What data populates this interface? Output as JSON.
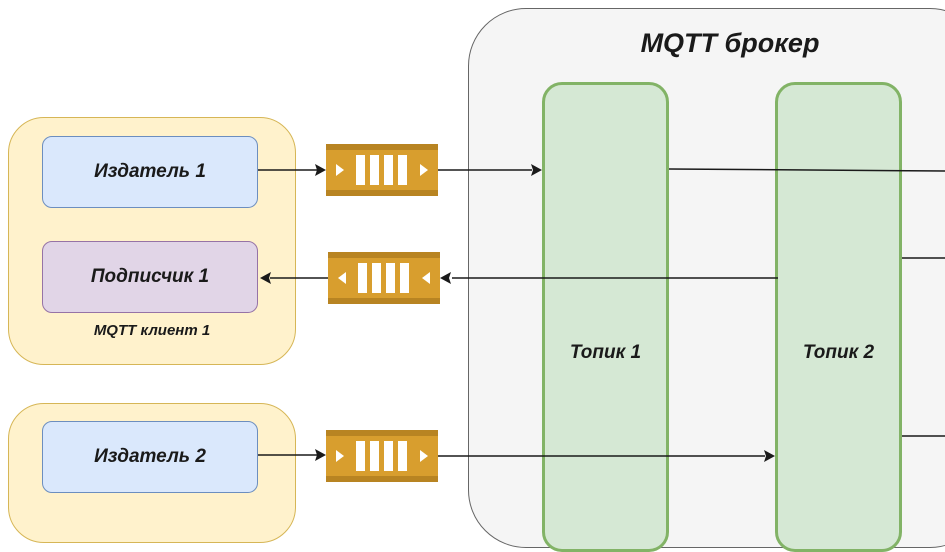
{
  "broker": {
    "title": "MQTT брокер"
  },
  "clients": [
    {
      "publisher": "Издатель 1",
      "subscriber": "Подписчик 1",
      "label": "MQTT клиент 1"
    },
    {
      "publisher": "Издатель 2"
    }
  ],
  "topics": [
    {
      "label": "Топик 1"
    },
    {
      "label": "Топик 2"
    }
  ],
  "queue_icon": "message-queue-icon",
  "colors": {
    "client_fill": "#fff2cc",
    "client_border": "#d6b656",
    "publisher_fill": "#dae8fc",
    "publisher_border": "#6c8ebf",
    "subscriber_fill": "#e1d5e7",
    "subscriber_border": "#9673a6",
    "topic_fill": "#d5e8d4",
    "topic_border": "#82b366",
    "broker_fill": "#f5f5f5",
    "queue_fill": "#d89e2e"
  }
}
